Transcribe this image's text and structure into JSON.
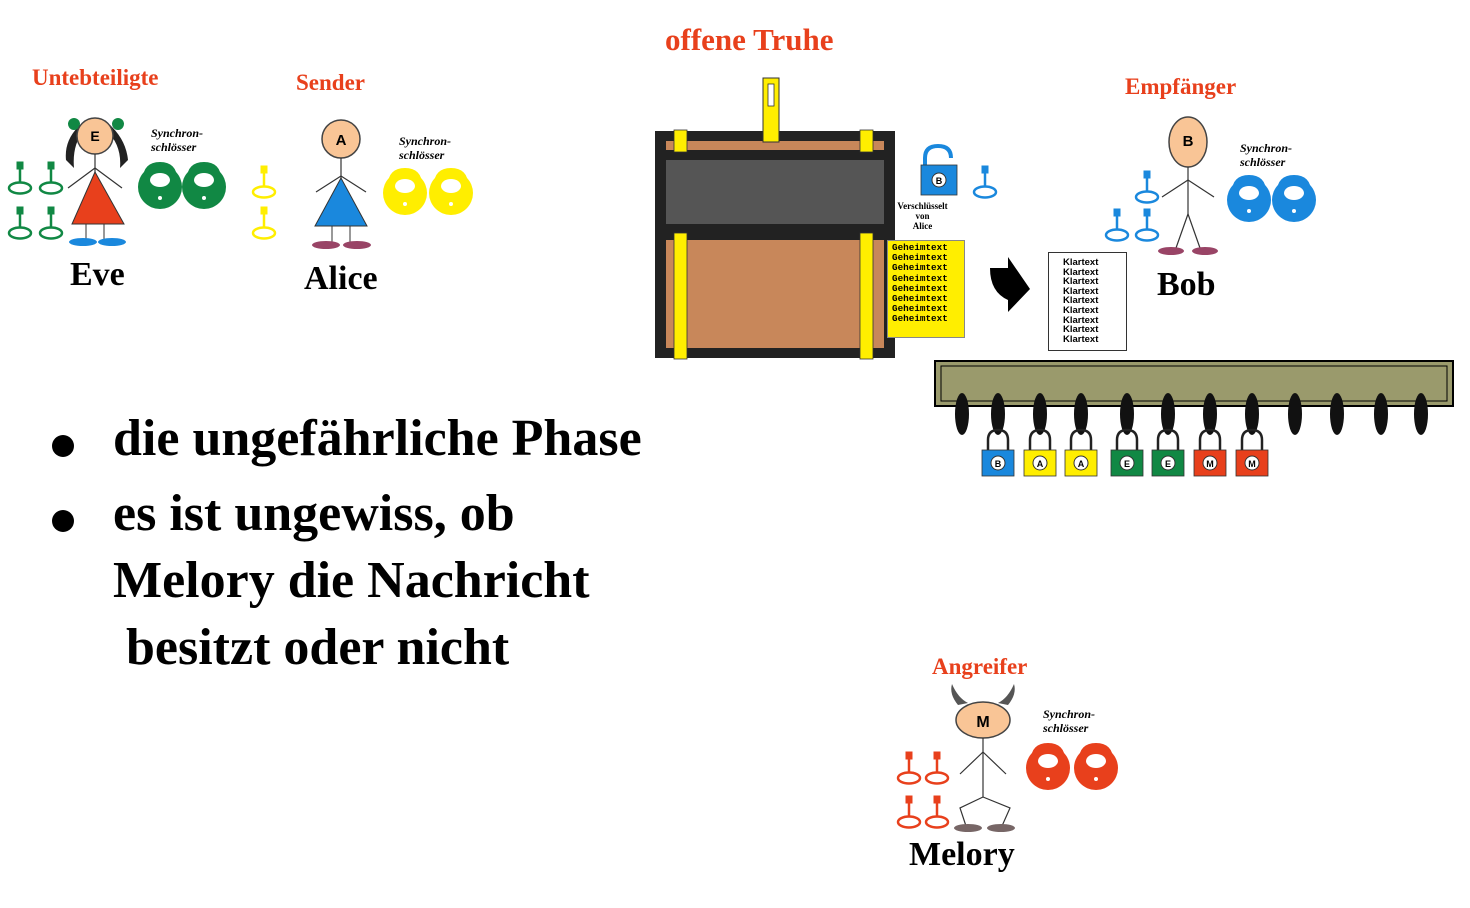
{
  "title": "offene Truhe",
  "people": {
    "eve": {
      "role": "Untebteiligte",
      "name": "Eve",
      "initial": "E",
      "synch": "Synchron-\nschlösser",
      "color": "#118844"
    },
    "alice": {
      "role": "Sender",
      "name": "Alice",
      "initial": "A",
      "synch": "Synchron-\nschlösser",
      "color": "#ffee00"
    },
    "bob": {
      "role": "Empfänger",
      "name": "Bob",
      "initial": "B",
      "synch": "Synchron-\nschlösser",
      "color": "#1a88dd"
    },
    "melory": {
      "role": "Angreifer",
      "name": "Melory",
      "initial": "M",
      "synch": "Synchron-\nschlösser",
      "color": "#e8401c"
    }
  },
  "bullets": [
    "die ungefährliche Phase",
    "es ist ungewiss, ob\nMelory die Nachricht\n besitzt oder nicht"
  ],
  "chest": {
    "lock_label": "Verschlüsselt\nvon\nAlice",
    "lock_initial": "B",
    "ciphertext": [
      "Geheimtext",
      "Geheimtext",
      "Geheimtext",
      "Geheimtext",
      "Geheimtext",
      "Geheimtext",
      "Geheimtext",
      "Geheimtext"
    ],
    "plaintext": [
      "Klartext",
      "Klartext",
      "Klartext",
      "Klartext",
      "Klartext",
      "Klartext",
      "Klartext",
      "Klartext",
      "Klartext"
    ]
  },
  "rack_locks": [
    {
      "letter": "B",
      "color": "#1a88dd"
    },
    {
      "letter": "A",
      "color": "#ffee00"
    },
    {
      "letter": "A",
      "color": "#ffee00"
    },
    {
      "letter": "E",
      "color": "#118844"
    },
    {
      "letter": "E",
      "color": "#118844"
    },
    {
      "letter": "M",
      "color": "#e8401c"
    },
    {
      "letter": "M",
      "color": "#e8401c"
    }
  ]
}
